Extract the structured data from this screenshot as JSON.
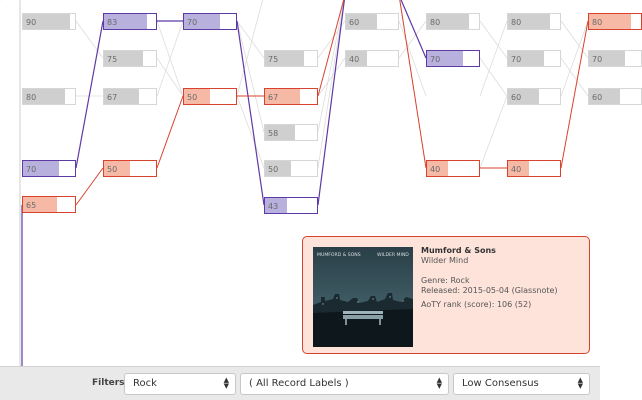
{
  "columns": [
    {
      "id": "c1",
      "boxes": [
        {
          "score": 90,
          "color": "grey"
        },
        {
          "score": 80,
          "color": "grey"
        },
        {
          "score": 70,
          "color": "purple"
        },
        {
          "score": 65,
          "color": "red"
        }
      ]
    },
    {
      "id": "c2",
      "boxes": [
        {
          "score": 83,
          "color": "purple"
        },
        {
          "score": 75,
          "color": "grey"
        },
        {
          "score": 67,
          "color": "grey"
        },
        {
          "score": 50,
          "color": "red"
        }
      ]
    },
    {
      "id": "c3",
      "boxes": [
        {
          "score": 70,
          "color": "purple"
        },
        {
          "score": 50,
          "color": "red"
        }
      ]
    },
    {
      "id": "c4",
      "boxes": [
        {
          "score": 75,
          "color": "grey"
        },
        {
          "score": 67,
          "color": "red"
        },
        {
          "score": 58,
          "color": "grey"
        },
        {
          "score": 50,
          "color": "grey"
        },
        {
          "score": 43,
          "color": "purple"
        }
      ]
    },
    {
      "id": "c5",
      "boxes": [
        {
          "score": 60,
          "color": "grey"
        },
        {
          "score": 40,
          "color": "grey"
        }
      ]
    },
    {
      "id": "c6",
      "boxes": [
        {
          "score": 80,
          "color": "grey"
        },
        {
          "score": 70,
          "color": "purple"
        },
        {
          "score": 40,
          "color": "red"
        }
      ]
    },
    {
      "id": "c7",
      "boxes": [
        {
          "score": 80,
          "color": "grey"
        },
        {
          "score": 70,
          "color": "grey"
        },
        {
          "score": 60,
          "color": "grey"
        },
        {
          "score": 40,
          "color": "red"
        }
      ]
    },
    {
      "id": "c8",
      "boxes": [
        {
          "score": 80,
          "color": "red"
        },
        {
          "score": 70,
          "color": "grey"
        },
        {
          "score": 60,
          "color": "grey"
        }
      ]
    }
  ],
  "colors": {
    "highlight_purple": "#5e3aa6",
    "highlight_red": "#d8432f",
    "grey_link": "#dddddd",
    "tooltip_bg": "#fde3da"
  },
  "tooltip": {
    "artist": "Mumford & Sons",
    "album": "Wilder Mind",
    "genre": "Genre: Rock",
    "released": "Released: 2015-05-04 (Glassnote)",
    "aoty": "AoTY rank (score): 106 (52)",
    "cover_artist": "MUMFORD & SONS",
    "cover_title": "WILDER MIND"
  },
  "filters": {
    "label": "Filters :",
    "genre": "Rock",
    "label_filter": "( All Record Labels )",
    "consensus": "Low Consensus"
  }
}
